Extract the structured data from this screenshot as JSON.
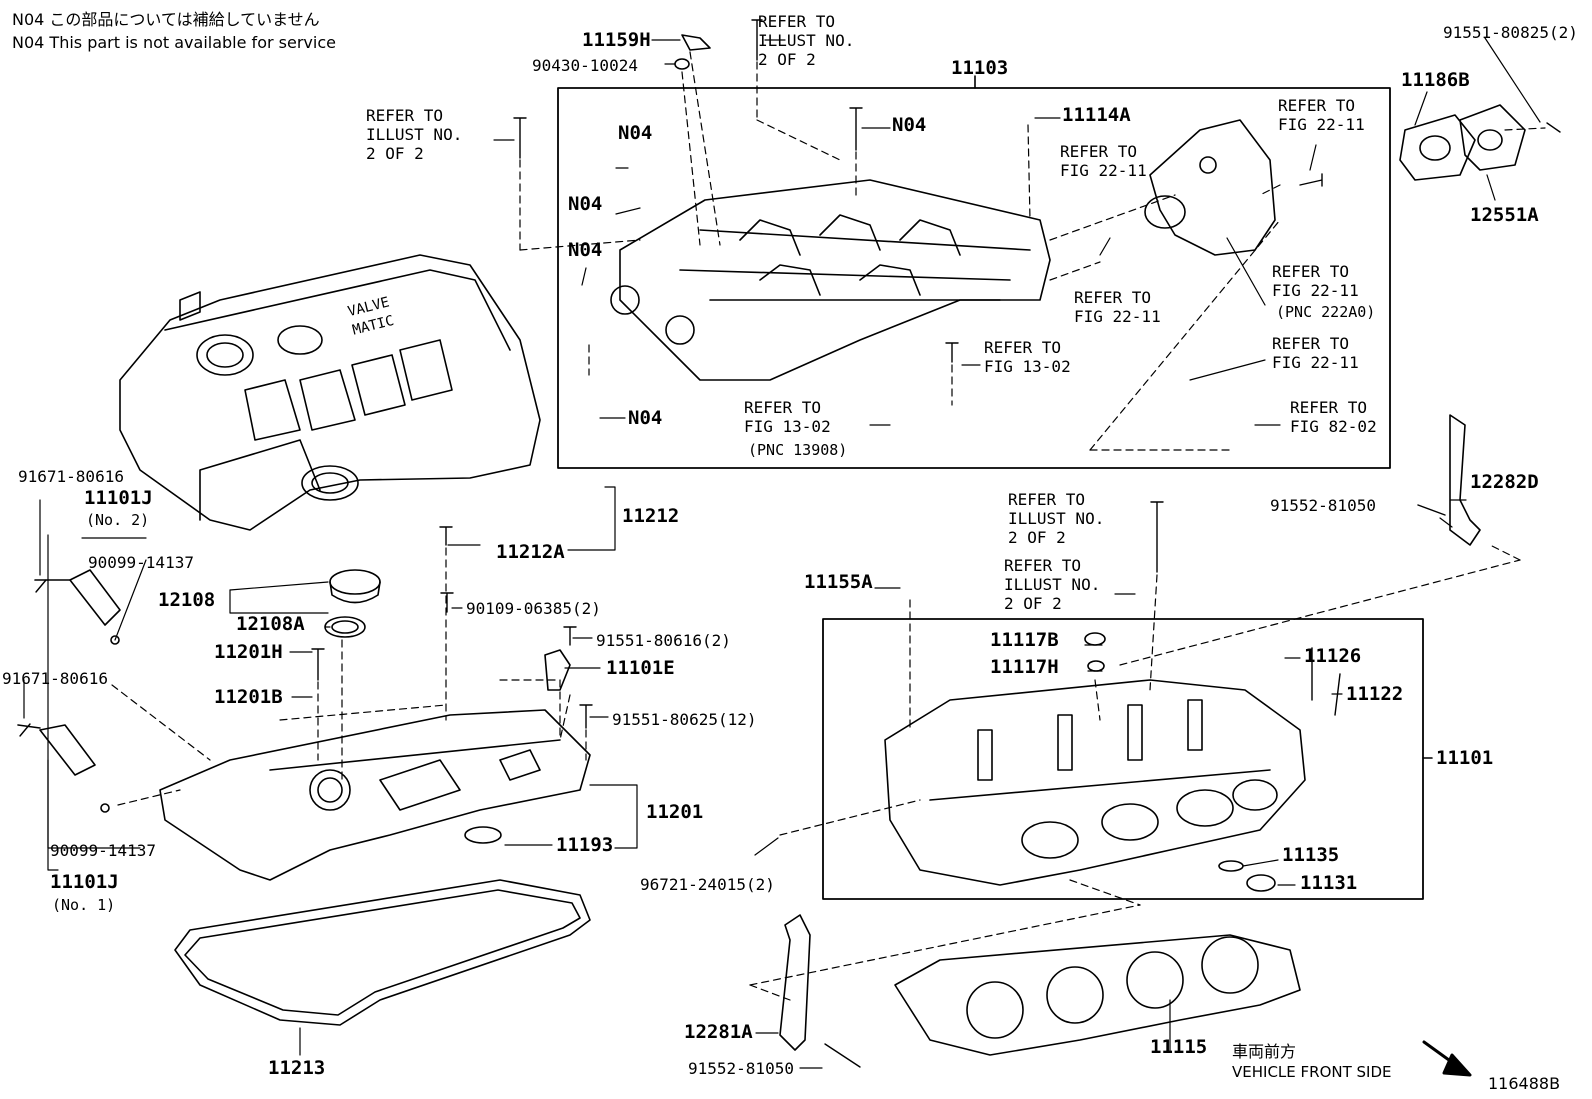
{
  "notes": {
    "line_jp": "N04 この部品については補給していません",
    "line_en": "N04  This part is not available for service"
  },
  "parts": {
    "p11159H": "11159H",
    "p90430": "90430-10024",
    "p11103": "11103",
    "p91551_80825": "91551-80825(2)",
    "p11186B": "11186B",
    "p12551A": "12551A",
    "p11114A": "11114A",
    "n04_a": "N04",
    "n04_b": "N04",
    "n04_c": "N04",
    "n04_d": "N04",
    "n04_e": "N04",
    "p91671_a": "91671-80616",
    "p11101J_a": "11101J",
    "p11101J_a_sub": "(No. 2)",
    "p90099_a": "90099-14137",
    "p12108": "12108",
    "p12108A": "12108A",
    "p11201H": "11201H",
    "p11201B": "11201B",
    "p91671_b": "91671-80616",
    "p90099_b": "90099-14137",
    "p11101J_b": "11101J",
    "p11101J_b_sub": "(No. 1)",
    "p11212": "11212",
    "p11212A": "11212A",
    "p90109": "90109-06385(2)",
    "p91551_80616": "91551-80616(2)",
    "p11101E": "11101E",
    "p91551_80625": "91551-80625(12)",
    "p11201": "11201",
    "p11193": "11193",
    "p11213": "11213",
    "p91552_a": "91552-81050",
    "p12282D": "12282D",
    "p11155A": "11155A",
    "p11117B": "11117B",
    "p11117H": "11117H",
    "p11126": "11126",
    "p11122": "11122",
    "p11101": "11101",
    "p11135": "11135",
    "p11131": "11131",
    "p96721": "96721-24015(2)",
    "p12281A": "12281A",
    "p91552_b": "91552-81050",
    "p11115": "11115"
  },
  "refs": {
    "r1": "REFER TO\nILLUST NO.\n2 OF 2",
    "r2": "REFER TO\nILLUST NO.\n2 OF 2",
    "r3": "REFER TO\nFIG 22-11",
    "r4": "REFER TO\nFIG 22-11",
    "r5": "REFER TO\nFIG 22-11",
    "r5_sub": "(PNC 222A0)",
    "r6": "REFER TO\nFIG 22-11",
    "r7": "REFER TO\nFIG 22-11",
    "r8": "REFER TO\nFIG 13-02",
    "r9": "REFER TO\nFIG 13-02",
    "r9_sub": "(PNC 13908)",
    "r10": "REFER TO\nFIG 82-02",
    "r11": "REFER TO\nILLUST NO.\n2 OF 2",
    "r12": "REFER TO\nILLUST NO.\n2 OF 2"
  },
  "logo": {
    "brand_text": "VALVE\nMATIC"
  },
  "footer": {
    "front_jp": "車両前方",
    "front_en": "VEHICLE FRONT SIDE",
    "diagram_code": "116488B"
  }
}
